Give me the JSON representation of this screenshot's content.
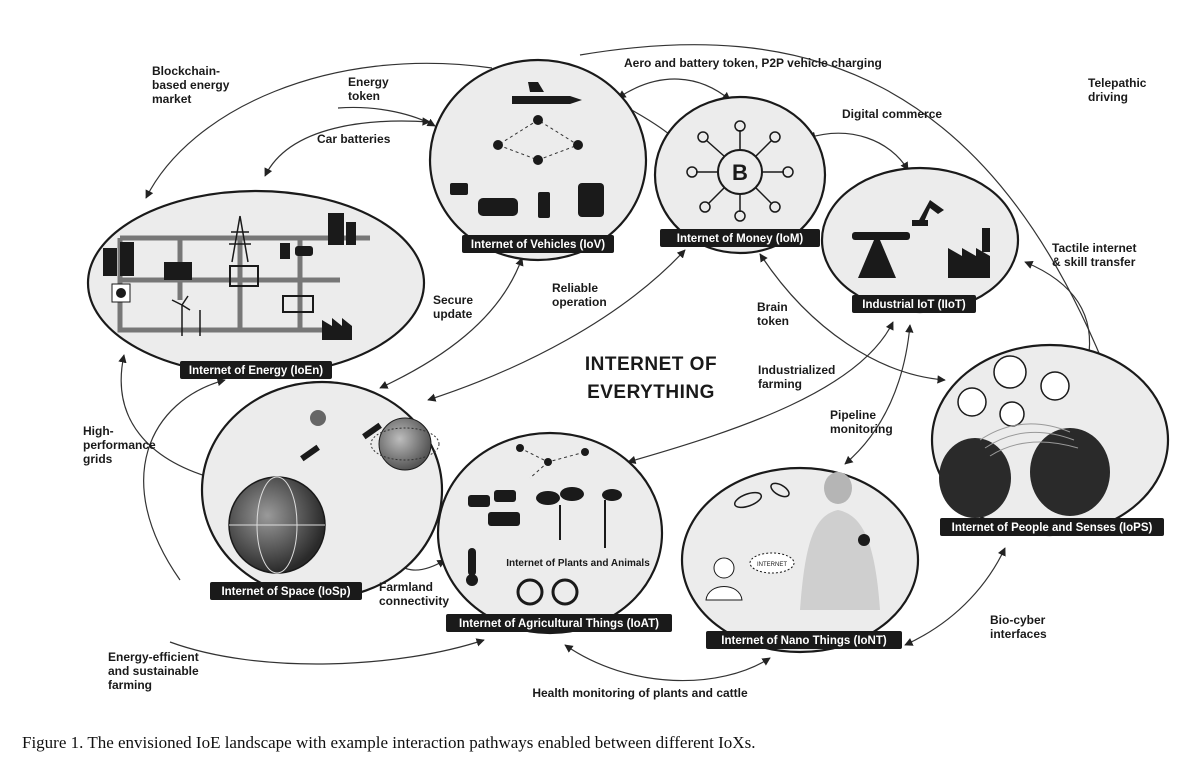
{
  "diagram": {
    "center_title": [
      "INTERNET OF",
      "EVERYTHING"
    ],
    "nodes": [
      {
        "id": "ioen",
        "label": "Internet of Energy (IoEn)"
      },
      {
        "id": "iov",
        "label": "Internet of Vehicles (IoV)"
      },
      {
        "id": "iom",
        "label": "Internet of Money (IoM)"
      },
      {
        "id": "iiot",
        "label": "Industrial IoT (IIoT)"
      },
      {
        "id": "iops",
        "label": "Internet of People and Senses (IoPS)"
      },
      {
        "id": "iosp",
        "label": "Internet of Space (IoSp)"
      },
      {
        "id": "ioat",
        "label": "Internet of Agricultural Things (IoAT)"
      },
      {
        "id": "iont",
        "label": "Internet of Nano Things (IoNT)"
      }
    ],
    "inner_labels": {
      "plants_animals": "Internet of Plants and Animals",
      "internet_bubble": "INTERNET"
    },
    "edge_labels": [
      {
        "id": "blockchain",
        "lines": [
          "Blockchain-",
          "based energy",
          "market"
        ]
      },
      {
        "id": "energy_token",
        "lines": [
          "Energy",
          "token"
        ]
      },
      {
        "id": "aero",
        "lines": [
          "Aero and battery token, P2P vehicle charging"
        ]
      },
      {
        "id": "telepathic",
        "lines": [
          "Telepathic",
          "driving"
        ]
      },
      {
        "id": "car_batteries",
        "lines": [
          "Car batteries"
        ]
      },
      {
        "id": "digital_commerce",
        "lines": [
          "Digital commerce"
        ]
      },
      {
        "id": "tactile",
        "lines": [
          "Tactile internet",
          "& skill transfer"
        ]
      },
      {
        "id": "secure_update",
        "lines": [
          "Secure",
          "update"
        ]
      },
      {
        "id": "reliable",
        "lines": [
          "Reliable",
          "operation"
        ]
      },
      {
        "id": "brain_token",
        "lines": [
          "Brain",
          "token"
        ]
      },
      {
        "id": "industrialized",
        "lines": [
          "Industrialized",
          "farming"
        ]
      },
      {
        "id": "pipeline",
        "lines": [
          "Pipeline",
          "monitoring"
        ]
      },
      {
        "id": "hpg",
        "lines": [
          "High-",
          "performance",
          "grids"
        ]
      },
      {
        "id": "farmland",
        "lines": [
          "Farmland",
          "connectivity"
        ]
      },
      {
        "id": "biocyber",
        "lines": [
          "Bio-cyber",
          "interfaces"
        ]
      },
      {
        "id": "energy_eff",
        "lines": [
          "Energy-efficient",
          "and sustainable",
          "farming"
        ]
      },
      {
        "id": "health",
        "lines": [
          "Health monitoring of plants and cattle"
        ]
      }
    ]
  },
  "caption": "Figure 1.  The envisioned IoE landscape with example interaction pathways enabled between different IoXs."
}
